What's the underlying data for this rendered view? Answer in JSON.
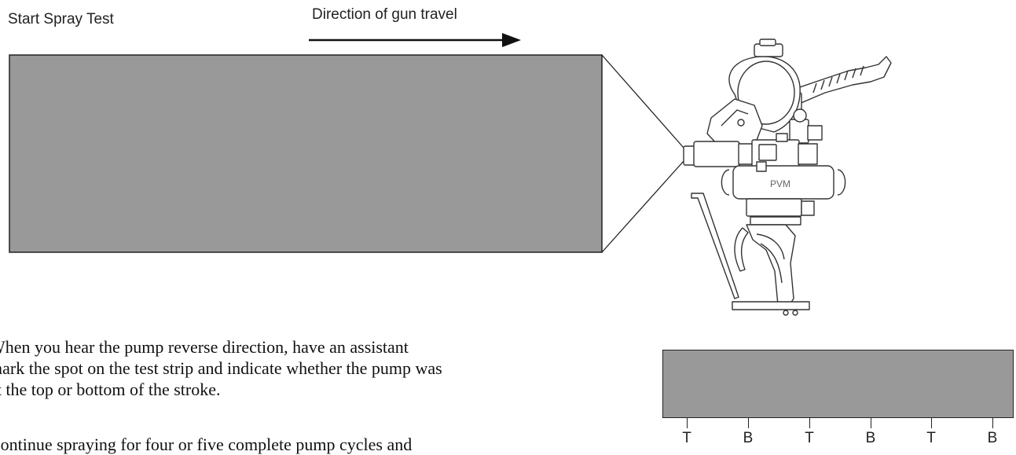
{
  "labels": {
    "start": "Start Spray Test",
    "direction": "Direction of gun travel"
  },
  "gun": {
    "brand_text": "PVM"
  },
  "instructions": {
    "para1_line1": "When you hear the pump reverse direction, have an assistant",
    "para1_line2": "mark the spot on the test strip and indicate whether the pump was",
    "para1_line3": "at the top or bottom of the stroke.",
    "para2_line1": "Continue spraying for four or five complete pump cycles and"
  },
  "test_strip": {
    "marks": [
      "T",
      "B",
      "T",
      "B",
      "T",
      "B"
    ]
  },
  "colors": {
    "strip_fill": "#999999",
    "outline": "#222222"
  }
}
